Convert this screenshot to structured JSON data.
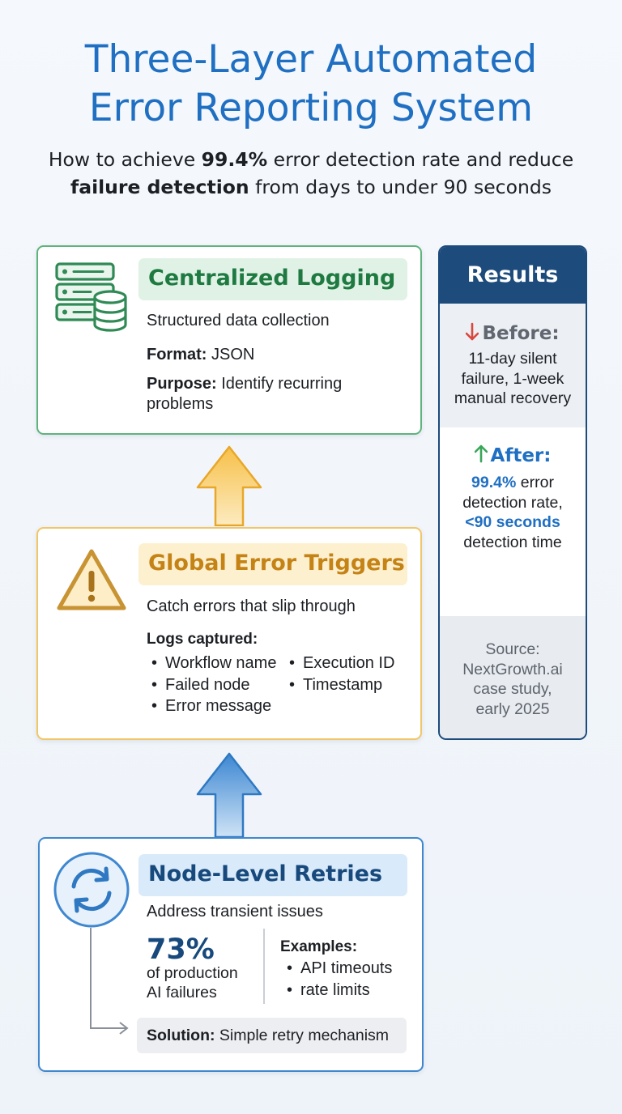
{
  "title_line1": "Three-Layer Automated",
  "title_line2": "Error Reporting System",
  "subtitle": {
    "p1": "How to achieve ",
    "b1": "99.4%",
    "p2": " error detection rate and reduce",
    "b2": "failure detection",
    "p3": " from days to under 90 seconds"
  },
  "colors": {
    "title_blue": "#1f6fc2",
    "green": "#5fb37d",
    "yellow": "#f1c667",
    "blue": "#3f87cf",
    "navy": "#1d4b7c",
    "down_red": "#d9463e",
    "up_green": "#3aa65a"
  },
  "logging": {
    "icon": "server-database-icon",
    "title": "Centralized Logging",
    "desc": "Structured data collection",
    "format_label": "Format:",
    "format_value": " JSON",
    "purpose_label": "Purpose:",
    "purpose_value": " Identify recurring problems"
  },
  "triggers": {
    "icon": "warning-icon",
    "title": "Global Error Triggers",
    "desc": "Catch errors that slip through",
    "logs_label": "Logs captured:",
    "col1": [
      "Workflow name",
      "Failed node",
      "Error message"
    ],
    "col2": [
      "Execution ID",
      "Timestamp"
    ]
  },
  "retries": {
    "icon": "refresh-icon",
    "title": "Node-Level Retries",
    "desc": "Address transient issues",
    "stat": "73%",
    "stat_desc_l1": "of production",
    "stat_desc_l2": "AI failures",
    "examples_label": "Examples:",
    "examples": [
      "API timeouts",
      "rate limits"
    ],
    "solution_label": "Solution:",
    "solution_value": " Simple retry mechanism"
  },
  "results": {
    "header": "Results",
    "before_label": "Before:",
    "before_l1": "11-day silent",
    "before_l2": "failure, 1-week",
    "before_l3": "manual recovery",
    "after_label": "After:",
    "after_stat1": "99.4%",
    "after_t1": " error",
    "after_t2": "detection rate,",
    "after_stat2": "<90 seconds",
    "after_t3": "detection time",
    "source_l1": "Source:",
    "source_l2": "NextGrowth.ai",
    "source_l3": "case study,",
    "source_l4": "early 2025"
  }
}
